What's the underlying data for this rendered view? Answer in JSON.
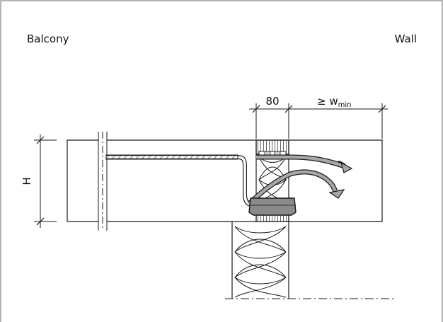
{
  "labels": {
    "balcony": "Balcony",
    "wall": "Wall",
    "height": "H",
    "dim_80": "80",
    "dim_w_prefix": "≥ w",
    "dim_w_sub": "min"
  },
  "colors": {
    "line": "#1a1a1a",
    "frame": "#9a9a9a",
    "bar_fill": "#a8a8a8",
    "bearing_fill": "#8a8a8a"
  }
}
